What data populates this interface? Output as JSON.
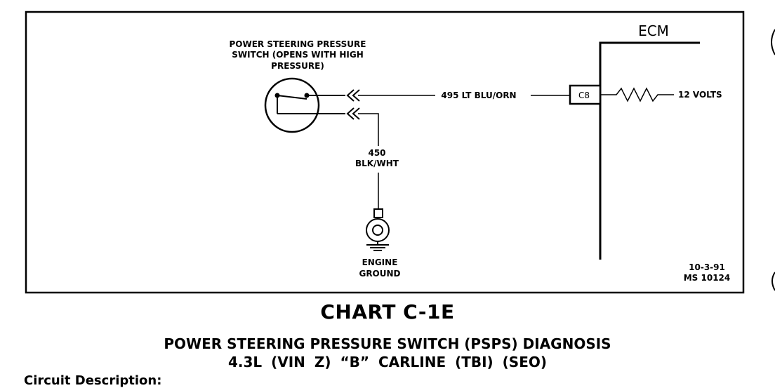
{
  "switch": {
    "label_line1": "POWER STEERING PRESSURE",
    "label_line2": "SWITCH (OPENS WITH HIGH",
    "label_line3": "PRESSURE)"
  },
  "wire_signal": {
    "label": "495  LT BLU/ORN"
  },
  "wire_ground": {
    "label_line1": "450",
    "label_line2": "BLK/WHT"
  },
  "ground": {
    "label_line1": "ENGINE",
    "label_line2": "GROUND"
  },
  "ecm": {
    "label": "ECM",
    "connector": "C8",
    "supply": "12 VOLTS"
  },
  "date_stamp": {
    "line1": "10-3-91",
    "line2": "MS 10124"
  },
  "caption": {
    "title": "CHART C-1E",
    "subtitle_1": "POWER STEERING PRESSURE SWITCH (PSPS) DIAGNOSIS",
    "subtitle_2": "4.3L  (VIN Z)  “B”  CARLINE  (TBI)  (SEO)"
  },
  "cut_off_text": "Circuit Description:"
}
